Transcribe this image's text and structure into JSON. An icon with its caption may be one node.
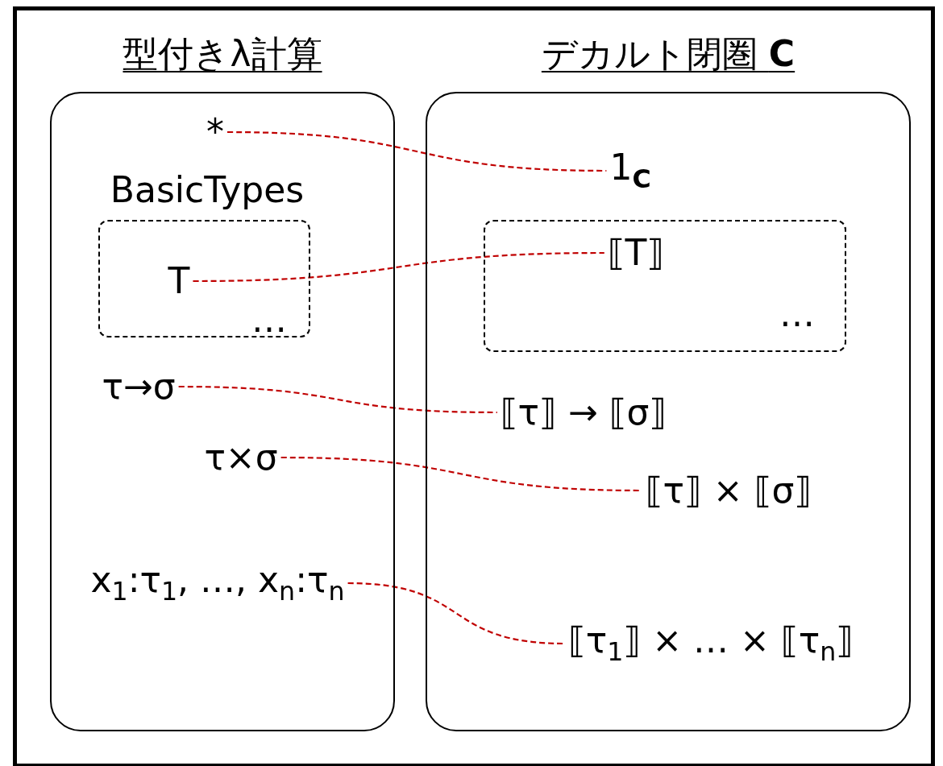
{
  "diagram": {
    "nodes": [
      {
        "text": [
          "型付きλ計算"
        ]
      },
      {
        "text": [
          "デカルト閉圏 **C**"
        ]
      },
      {
        "text": [
          "*"
        ],
        "in": 0
      },
      {
        "text": [
          "BasicTypes",
          "…"
        ],
        "in": 0
      },
      {
        "text": [
          "T"
        ],
        "in": 3
      },
      {
        "text": [
          "τ→σ"
        ],
        "in": 0
      },
      {
        "text": [
          "τ×σ"
        ],
        "in": 0
      },
      {
        "text": [
          "x$_{1}$:τ$_{1}$, …,  x$_{n}$:τ$_{n}$"
        ],
        "in": 0
      },
      {
        "text": [
          "1$_{C}$"
        ],
        "in": 1
      },
      {
        "text": [
          "…"
        ],
        "in": 1
      },
      {
        "text": [
          "⟦T⟧"
        ],
        "in": 9
      },
      {
        "text": [
          "⟦τ⟧ → ⟦σ⟧"
        ],
        "in": 1
      },
      {
        "text": [
          "⟦τ⟧ × ⟦σ⟧"
        ],
        "in": 1
      },
      {
        "text": [
          "⟦τ$_{1}$⟧ × … × ⟦τ$_{n}$⟧"
        ],
        "in": 1
      }
    ],
    "edges": [
      {
        "from": 2,
        "to": 8,
        "arrow": "none",
        "style": "dashed"
      },
      {
        "from": 4,
        "to": 10,
        "arrow": "none",
        "style": "dashed"
      },
      {
        "from": 5,
        "to": 11,
        "arrow": "none",
        "style": "dashed"
      },
      {
        "from": 6,
        "to": 12,
        "arrow": "none",
        "style": "dashed"
      },
      {
        "from": 7,
        "to": 13,
        "arrow": "none",
        "style": "dashed"
      }
    ]
  }
}
